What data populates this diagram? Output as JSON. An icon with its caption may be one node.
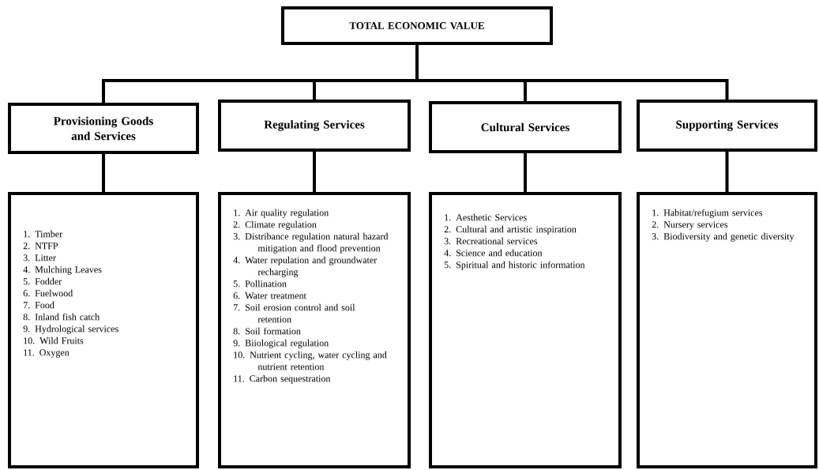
{
  "diagram": {
    "nodes": [
      {
        "text": [
          "TOTAL ECONOMIC VALUE"
        ]
      },
      {
        "text": [
          "Provisioning Goods and Services"
        ]
      },
      {
        "text": [
          "Regulating Services"
        ]
      },
      {
        "text": [
          "Cultural Services"
        ]
      },
      {
        "text": [
          "Supporting Services"
        ]
      },
      {
        "text": [
          "1. Timber",
          "2. NTFP",
          "3. Litter",
          "4. Mulching Leaves",
          "5. Fodder",
          "6. Fuelwood",
          "7. Food",
          "8. Inland fish catch",
          "9. Hydrological services",
          "10. Wild Fruits",
          "11. Oxygen"
        ]
      },
      {
        "text": [
          "1. Air quality regulation",
          "2. Climate regulation",
          "3. Distribance regulation natural hazard mitigation and flood prevention",
          "4. Water repulation and groundwater recharging",
          "5. Pollination",
          "6. Water treatment",
          "7. Soil erosion control and soil retention",
          "8. Soil formation",
          "9. Biiological regulation",
          "10. Nutrient cycling, water cycling and nutrient retention",
          "11. Carbon sequestration"
        ]
      },
      {
        "text": [
          "1. Aesthetic Services",
          "2. Cultural and artistic inspiration",
          "3. Recreational services",
          "4. Science and education",
          "5. Spiritual and historic information"
        ]
      },
      {
        "text": [
          "1. Habitat/refugium services",
          "2. Nursery services",
          "3. Biodiversity and genetic diversity"
        ]
      }
    ],
    "edges": [
      {
        "from": 0,
        "to": 1,
        "arrow": "none"
      },
      {
        "from": 0,
        "to": 2,
        "arrow": "none"
      },
      {
        "from": 0,
        "to": 3,
        "arrow": "none"
      },
      {
        "from": 0,
        "to": 4,
        "arrow": "none"
      },
      {
        "from": 1,
        "to": 5,
        "arrow": "none"
      },
      {
        "from": 2,
        "to": 6,
        "arrow": "none"
      },
      {
        "from": 3,
        "to": 7,
        "arrow": "none"
      },
      {
        "from": 4,
        "to": 8,
        "arrow": "none"
      }
    ]
  }
}
